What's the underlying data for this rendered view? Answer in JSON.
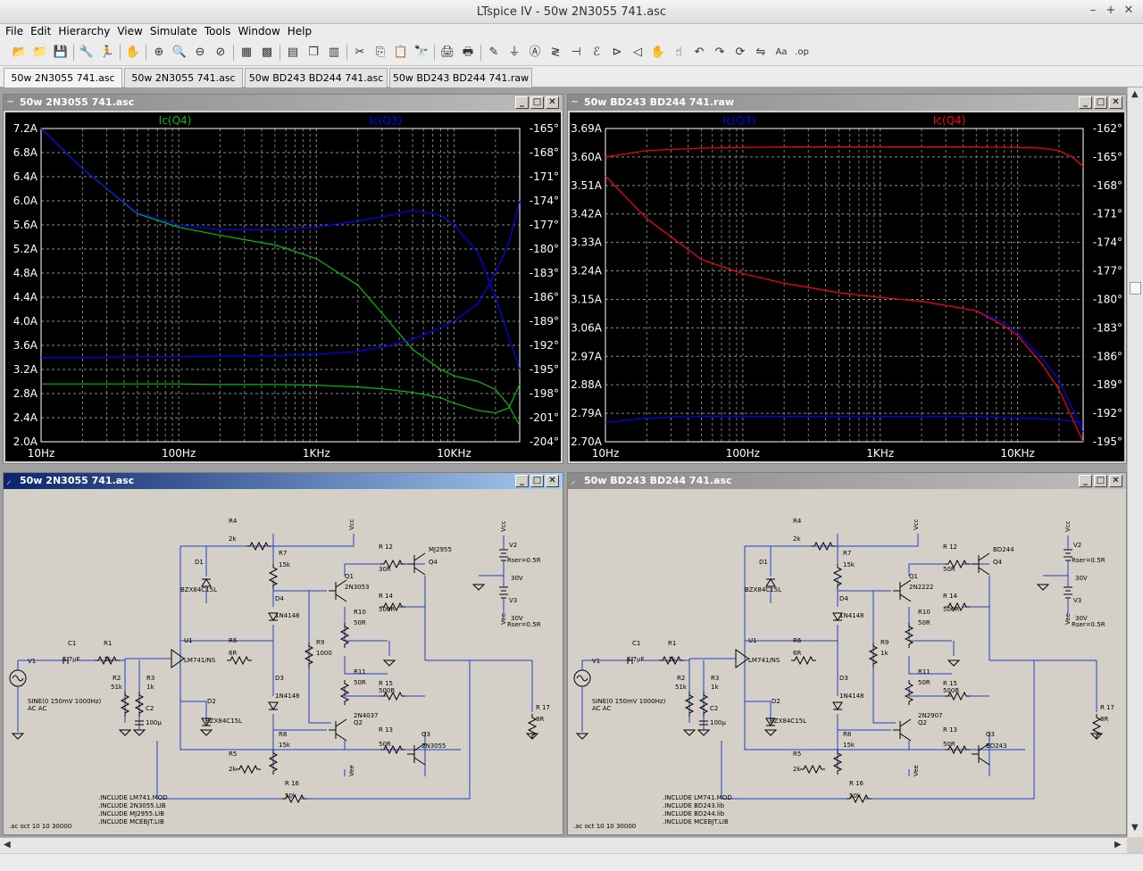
{
  "app": {
    "title": "LTspice IV - 50w 2N3055 741.asc"
  },
  "menu": [
    "File",
    "Edit",
    "Hierarchy",
    "View",
    "Simulate",
    "Tools",
    "Window",
    "Help"
  ],
  "toolbar": [
    {
      "icon": "open-file-icon",
      "glyph": "📂"
    },
    {
      "icon": "open-icon",
      "glyph": "📁"
    },
    {
      "icon": "save-icon",
      "glyph": "💾"
    },
    {
      "icon": "control-panel-icon",
      "glyph": "🔧"
    },
    {
      "icon": "run-icon",
      "glyph": "🏃"
    },
    {
      "icon": "halt-icon",
      "glyph": "✋"
    },
    {
      "icon": "zoom-in-icon",
      "glyph": "⊕"
    },
    {
      "icon": "zoom-area-icon",
      "glyph": "🔍"
    },
    {
      "icon": "zoom-out-icon",
      "glyph": "⊖"
    },
    {
      "icon": "zoom-fit-icon",
      "glyph": "⊘"
    },
    {
      "icon": "autorange-icon",
      "glyph": "▦"
    },
    {
      "icon": "grid-icon",
      "glyph": "▩"
    },
    {
      "icon": "tile-horizontal-icon",
      "glyph": "▤"
    },
    {
      "icon": "cascade-icon",
      "glyph": "❐"
    },
    {
      "icon": "tile-vertical-icon",
      "glyph": "▥"
    },
    {
      "icon": "cut-icon",
      "glyph": "✂"
    },
    {
      "icon": "copy-icon",
      "glyph": "⎘"
    },
    {
      "icon": "paste-icon",
      "glyph": "📋"
    },
    {
      "icon": "find-icon",
      "glyph": "🔭"
    },
    {
      "icon": "print-icon",
      "glyph": "🖨"
    },
    {
      "icon": "print-setup-icon",
      "glyph": "🖶"
    },
    {
      "icon": "wire-icon",
      "glyph": "✎"
    },
    {
      "icon": "ground-icon",
      "glyph": "⏚"
    },
    {
      "icon": "label-net-icon",
      "glyph": "Ⓐ"
    },
    {
      "icon": "resistor-icon",
      "glyph": "≷"
    },
    {
      "icon": "capacitor-icon",
      "glyph": "⊣"
    },
    {
      "icon": "inductor-icon",
      "glyph": "ℰ"
    },
    {
      "icon": "diode-icon",
      "glyph": "⊳"
    },
    {
      "icon": "component-icon",
      "glyph": "◁"
    },
    {
      "icon": "move-icon",
      "glyph": "✋"
    },
    {
      "icon": "drag-icon",
      "glyph": "☝"
    },
    {
      "icon": "undo-icon",
      "glyph": "↶"
    },
    {
      "icon": "redo-icon",
      "glyph": "↷"
    },
    {
      "icon": "rotate-icon",
      "glyph": "⟳"
    },
    {
      "icon": "mirror-icon",
      "glyph": "⇋"
    },
    {
      "icon": "text-icon",
      "glyph": "Aa"
    },
    {
      "icon": "spice-directive-icon",
      "glyph": ".op"
    }
  ],
  "tabs": [
    "50w 2N3055 741.asc",
    "50w 2N3055 741.asc",
    "50w BD243 BD244 741.asc",
    "50w BD243 BD244 741.raw"
  ],
  "windows": {
    "plot1": {
      "title": "50w 2N3055 741.asc"
    },
    "plot2": {
      "title": "50w BD243 BD244 741.raw"
    },
    "sch1": {
      "title": "50w 2N3055 741.asc"
    },
    "sch2": {
      "title": "50w BD243 BD244 741.asc"
    }
  },
  "window_buttons": [
    "_",
    "□",
    "✕"
  ],
  "chart_data": [
    {
      "type": "line",
      "title": "",
      "xscale": "log",
      "xlim": [
        10,
        30000
      ],
      "x_ticks": [
        "10Hz",
        "100Hz",
        "1KHz",
        "10KHz"
      ],
      "y_left_ticks": [
        "7.2A",
        "6.8A",
        "6.4A",
        "6.0A",
        "5.6A",
        "5.2A",
        "4.8A",
        "4.4A",
        "4.0A",
        "3.6A",
        "3.2A",
        "2.8A",
        "2.4A",
        "2.0A"
      ],
      "ylim_left": [
        2.0,
        7.2
      ],
      "y_right_ticks": [
        "-165°",
        "-168°",
        "-171°",
        "-174°",
        "-177°",
        "-180°",
        "-183°",
        "-186°",
        "-189°",
        "-192°",
        "-195°",
        "-198°",
        "-201°",
        "-204°"
      ],
      "ylim_right": [
        -204,
        -165
      ],
      "grid": true,
      "background": "#000000",
      "series": [
        {
          "name": "Ic(Q4)",
          "color": "#00c000",
          "kind": "magnitude",
          "x": [
            10,
            20,
            50,
            100,
            200,
            500,
            1000,
            2000,
            3000,
            5000,
            8000,
            10000,
            15000,
            20000,
            25000,
            30000
          ],
          "y": [
            2.96,
            2.96,
            2.96,
            2.96,
            2.95,
            2.95,
            2.94,
            2.91,
            2.88,
            2.82,
            2.73,
            2.64,
            2.52,
            2.48,
            2.56,
            2.95
          ]
        },
        {
          "name": "Ic(Q4)",
          "color": "#00c000",
          "kind": "phase",
          "x": [
            10,
            20,
            50,
            100,
            200,
            500,
            1000,
            2000,
            3000,
            5000,
            8000,
            10000,
            15000,
            20000,
            25000,
            30000
          ],
          "y": [
            -165,
            -170,
            -175.6,
            -177.3,
            -178.3,
            -179.5,
            -181.2,
            -184.5,
            -188,
            -192.5,
            -195,
            -195.8,
            -196.5,
            -197.5,
            -199.5,
            -202
          ]
        },
        {
          "name": "Ic(Q3)",
          "color": "#0000ff",
          "kind": "magnitude",
          "x": [
            10,
            20,
            50,
            100,
            200,
            500,
            1000,
            2000,
            3000,
            5000,
            8000,
            10000,
            15000,
            20000,
            25000,
            30000
          ],
          "y": [
            3.4,
            3.4,
            3.41,
            3.41,
            3.42,
            3.43,
            3.45,
            3.5,
            3.57,
            3.7,
            3.9,
            4.0,
            4.3,
            4.8,
            5.3,
            6.0
          ]
        },
        {
          "name": "Ic(Q3)",
          "color": "#0000ff",
          "kind": "phase",
          "x": [
            10,
            20,
            50,
            100,
            200,
            500,
            1000,
            2000,
            3000,
            5000,
            8000,
            10000,
            15000,
            20000,
            25000,
            30000
          ],
          "y": [
            -165,
            -170,
            -175.5,
            -177,
            -177.6,
            -177.6,
            -177.3,
            -176.5,
            -176,
            -175.2,
            -175.8,
            -177,
            -180.5,
            -186,
            -191,
            -195
          ]
        }
      ]
    },
    {
      "type": "line",
      "title": "",
      "xscale": "log",
      "xlim": [
        10,
        30000
      ],
      "x_ticks": [
        "10Hz",
        "100Hz",
        "1KHz",
        "10KHz"
      ],
      "y_left_ticks": [
        "3.69A",
        "3.60A",
        "3.51A",
        "3.42A",
        "3.33A",
        "3.24A",
        "3.15A",
        "3.06A",
        "2.97A",
        "2.88A",
        "2.79A",
        "2.70A"
      ],
      "ylim_left": [
        2.7,
        3.69
      ],
      "y_right_ticks": [
        "-162°",
        "-165°",
        "-168°",
        "-171°",
        "-174°",
        "-177°",
        "-180°",
        "-183°",
        "-186°",
        "-189°",
        "-192°",
        "-195°"
      ],
      "ylim_right": [
        -195,
        -162
      ],
      "grid": true,
      "background": "#000000",
      "series": [
        {
          "name": "Ic(Q3)",
          "color": "#0000ff",
          "kind": "magnitude",
          "x": [
            10,
            20,
            50,
            100,
            200,
            500,
            1000,
            2000,
            5000,
            10000,
            20000,
            30000
          ],
          "y": [
            2.76,
            2.775,
            2.78,
            2.78,
            2.78,
            2.78,
            2.78,
            2.78,
            2.78,
            2.775,
            2.77,
            2.76
          ]
        },
        {
          "name": "Ic(Q3)",
          "color": "#0000ff",
          "kind": "phase",
          "x": [
            10,
            20,
            50,
            100,
            200,
            500,
            1000,
            2000,
            5000,
            8000,
            10000,
            15000,
            20000,
            30000
          ],
          "y": [
            -167,
            -171.5,
            -175.8,
            -177.3,
            -178.3,
            -179.3,
            -179.8,
            -180.2,
            -181.2,
            -182.5,
            -183.5,
            -186.2,
            -188.5,
            -194
          ]
        },
        {
          "name": "Ic(Q4)",
          "color": "#ff0000",
          "kind": "magnitude",
          "x": [
            10,
            20,
            50,
            100,
            200,
            500,
            1000,
            2000,
            5000,
            10000,
            15000,
            20000,
            25000,
            30000
          ],
          "y": [
            3.6,
            3.62,
            3.628,
            3.63,
            3.632,
            3.632,
            3.632,
            3.632,
            3.632,
            3.63,
            3.628,
            3.62,
            3.6,
            3.57
          ]
        },
        {
          "name": "Ic(Q4)",
          "color": "#ff0000",
          "kind": "phase",
          "x": [
            10,
            20,
            50,
            100,
            200,
            500,
            1000,
            2000,
            5000,
            8000,
            10000,
            15000,
            20000,
            30000
          ],
          "y": [
            -167,
            -171.5,
            -175.8,
            -177.3,
            -178.3,
            -179.3,
            -179.8,
            -180.2,
            -181.2,
            -182.8,
            -183.8,
            -186.8,
            -189.5,
            -195
          ]
        }
      ]
    }
  ],
  "schematics": {
    "sch1": {
      "labels": {
        "V1": "V1",
        "vsrc": "SINE(0 150mV 1000Hz)",
        "acac": "AC AC",
        "C1": "C1",
        "C1v": "4.7µF",
        "R1": "R1",
        "R1v": "1k",
        "R2": "R2",
        "R2v": "51k",
        "R3": "R3",
        "R3v": "1k",
        "C2": "C2",
        "C2v": "100µ",
        "U1": "U1",
        "U1v": "LM741/NS",
        "R4": "R4",
        "R4v": "2k",
        "D1": "D1",
        "D1v": "BZX84C15L",
        "D2": "D2",
        "D2v": "BZX84C15L",
        "R5": "R5",
        "R5v": "2k",
        "R6": "R6",
        "R6v": "6R",
        "R7": "R7",
        "R7v": "15k",
        "D4": "D4",
        "D4v": "1N4148",
        "D3": "D3",
        "D3v": "1N4148",
        "R8": "R8",
        "R8v": "15k",
        "R9": "R9",
        "R9v": "1000",
        "Q1": "Q1",
        "Q1v": "2N3053",
        "Q2": "Q2",
        "Q2v": "2N4037",
        "R10": "R10",
        "R10v": "50R",
        "R11": "R11",
        "R11v": "50R",
        "R12": "R 12",
        "R12v": "30R",
        "R13": "R 13",
        "R13v": "50R",
        "R14": "R 14",
        "R14v": "500R",
        "R15": "R 15",
        "R15v": "500R",
        "Q4": "Q4",
        "Q4v": "MJ2955",
        "Q3": "Q3",
        "Q3v": "2N3055",
        "R16": "R 16",
        "R16v": "50k",
        "R17": "R 17",
        "R17v": "8R",
        "V2": "V2",
        "V2v": "30V",
        "V3": "V3",
        "V3v": "30V",
        "rser2": "Rser=0.5R",
        "rser3": "Rser=0.5R",
        "vcc": "Vcc",
        "vee": "Vee"
      },
      "directives": [
        ".INCLUDE LM741.MOD",
        ".INCLUDE 2N3055.LIB",
        ".INCLUDE MJ2955.LIB",
        ".INCLUDE MCEBJT.LIB"
      ],
      "sim": ".ac oct 10 10 30000"
    },
    "sch2": {
      "labels": {
        "V1": "V1",
        "vsrc": "SINE(0 150mV 1000Hz)",
        "acac": "AC AC",
        "C1": "C1",
        "C1v": "4.7µF",
        "R1": "R1",
        "R1v": "1k",
        "R2": "R2",
        "R2v": "51k",
        "R3": "R3",
        "R3v": "1k",
        "C2": "C2",
        "C2v": "100µ",
        "U1": "U1",
        "U1v": "LM741/NS",
        "R4": "R4",
        "R4v": "2k",
        "D1": "D1",
        "D1v": "BZX84C15L",
        "D2": "D2",
        "D2v": "BZX84C15L",
        "R5": "R5",
        "R5v": "2k",
        "R6": "R6",
        "R6v": "6R",
        "R7": "R7",
        "R7v": "15k",
        "D4": "D4",
        "D4v": "1N4148",
        "D3": "D3",
        "D3v": "1N4148",
        "R8": "R8",
        "R8v": "15k",
        "R9": "R9",
        "R9v": "1k",
        "Q1": "Q1",
        "Q1v": "2N2222",
        "Q2": "Q2",
        "Q2v": "2N2907",
        "R10": "R10",
        "R10v": "50R",
        "R11": "R11",
        "R11v": "50R",
        "R12": "R 12",
        "R12v": "50R",
        "R13": "R 13",
        "R13v": "50R",
        "R14": "R 14",
        "R14v": "500R",
        "R15": "R 15",
        "R15v": "500R",
        "Q4": "Q4",
        "Q4v": "BD244",
        "Q3": "Q3",
        "Q3v": "BD243",
        "R16": "R 16",
        "R16v": "50k",
        "R17": "R 17",
        "R17v": "8R",
        "V2": "V2",
        "V2v": "30V",
        "V3": "V3",
        "V3v": "30V",
        "rser2": "Rser=0.5R",
        "rser3": "Rser=0.5R",
        "vcc": "Vcc",
        "vee": "Vee"
      },
      "directives": [
        ".INCLUDE LM741.MOD",
        ".INCLUDE BD243.lib",
        ".INCLUDE BD244.lib",
        ".INCLUDE MCEBJT.LIB"
      ],
      "sim": ".ac oct 10 10 30000"
    }
  }
}
